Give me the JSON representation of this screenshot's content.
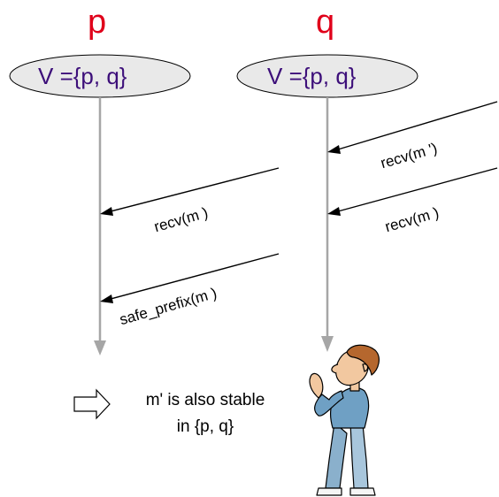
{
  "colors": {
    "process_label": "#e0001a",
    "view_text": "#3d0f7a",
    "ellipse_fill": "#e9e9e9",
    "timeline": "#a6a6a6",
    "arrow": "#000000"
  },
  "processes": [
    {
      "label": "p",
      "view": "V ={p, q}"
    },
    {
      "label": "q",
      "view": "V ={p, q}"
    }
  ],
  "messages": [
    {
      "label": "recv(m ')"
    },
    {
      "label": "recv(m )"
    },
    {
      "label": "recv(m )"
    },
    {
      "label": "safe_prefix(m  )"
    }
  ],
  "note": {
    "icon": "hollow-right-arrow-icon",
    "line1": "m' is also stable",
    "line2": "in {p, q}"
  },
  "figure": {
    "icon": "thinking-person-icon"
  }
}
